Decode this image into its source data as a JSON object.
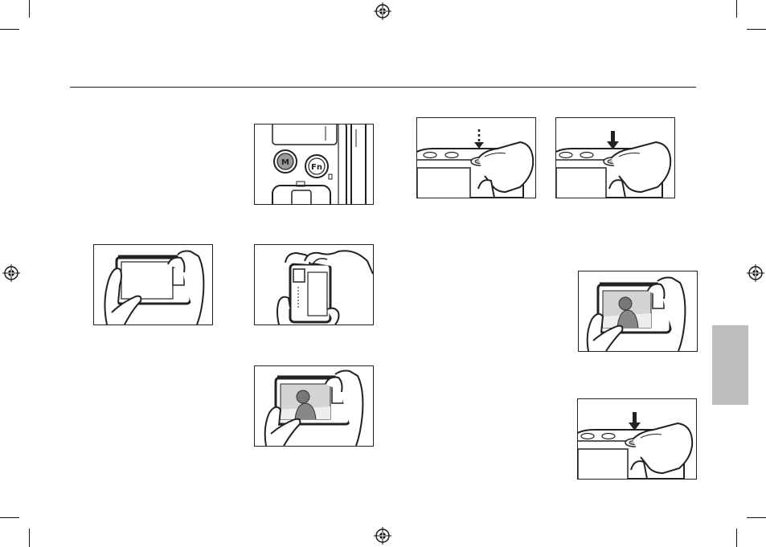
{
  "page": {
    "colors": {
      "ink": "#222222",
      "side_tab": "#bdbdbd",
      "lcd_photo": "#d4d4d4",
      "button_grey": "#9a9a9a"
    },
    "figures": [
      {
        "id": "mode-buttons",
        "buttons": [
          "M",
          "Fn"
        ]
      },
      {
        "id": "shutter-half-press"
      },
      {
        "id": "shutter-full-press"
      },
      {
        "id": "hold-landscape"
      },
      {
        "id": "hold-portrait"
      },
      {
        "id": "lcd-preview-left"
      },
      {
        "id": "lcd-preview-right"
      },
      {
        "id": "shutter-press-bottom"
      }
    ],
    "icons": [
      "registration-mark-icon",
      "crop-mark-icon"
    ]
  }
}
